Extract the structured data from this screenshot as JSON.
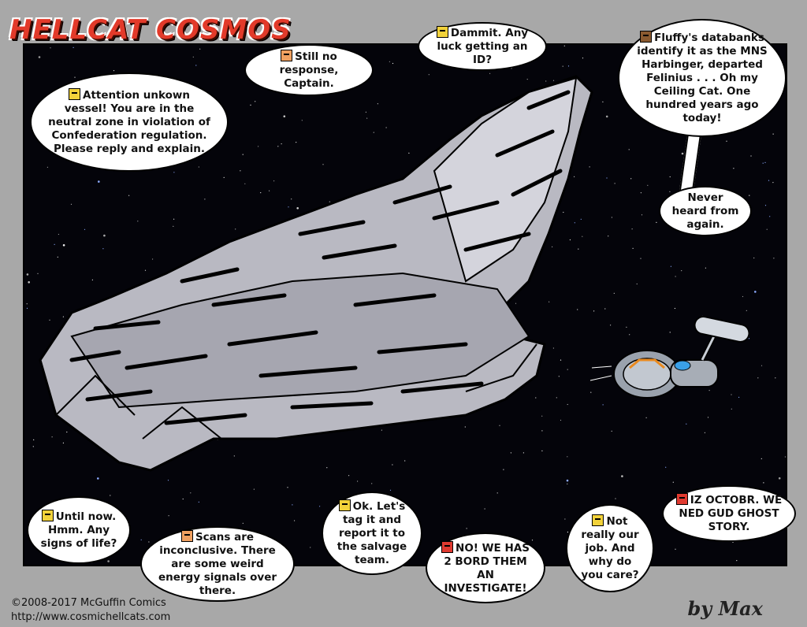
{
  "title": "HELLCAT COSMOS",
  "bubbles": [
    {
      "speaker_icon": "yellow-cat-face",
      "text": "Attention unkown vessel! You are in the neutral zone in violation of Confederation regulation. Please reply and explain."
    },
    {
      "speaker_icon": "orange-cat-face",
      "text": "Still no response, Captain."
    },
    {
      "speaker_icon": "yellow-cat-face",
      "text": "Dammit. Any luck getting an ID?"
    },
    {
      "speaker_icon": "brown-cat-face",
      "text": "Fluffy's databanks identify it as the MNS Harbinger, departed Felinius . . . Oh my Ceiling Cat. One hundred years ago today!"
    },
    {
      "speaker_icon": "",
      "text": "Never heard from again."
    },
    {
      "speaker_icon": "yellow-cat-face",
      "text": "Until now. Hmm. Any signs of life?"
    },
    {
      "speaker_icon": "orange-cat-face",
      "text": "Scans are inconclusive. There are some weird energy signals over there."
    },
    {
      "speaker_icon": "yellow-cat-face",
      "text": "Ok. Let's tag it and report it to the salvage team."
    },
    {
      "speaker_icon": "red-cat-face",
      "text": "NO! WE HAS 2 BORD THEM AN INVESTIGATE!"
    },
    {
      "speaker_icon": "yellow-cat-face",
      "text": "Not really our job. And why do you care?"
    },
    {
      "speaker_icon": "red-cat-face",
      "text": "IZ OCTOBR. WE NED GUD GHOST STORY."
    }
  ],
  "footer": {
    "copyright": "©2008-2017 McGuffin Comics",
    "url": "http://www.cosmichellcats.com",
    "byline": "by Max"
  }
}
